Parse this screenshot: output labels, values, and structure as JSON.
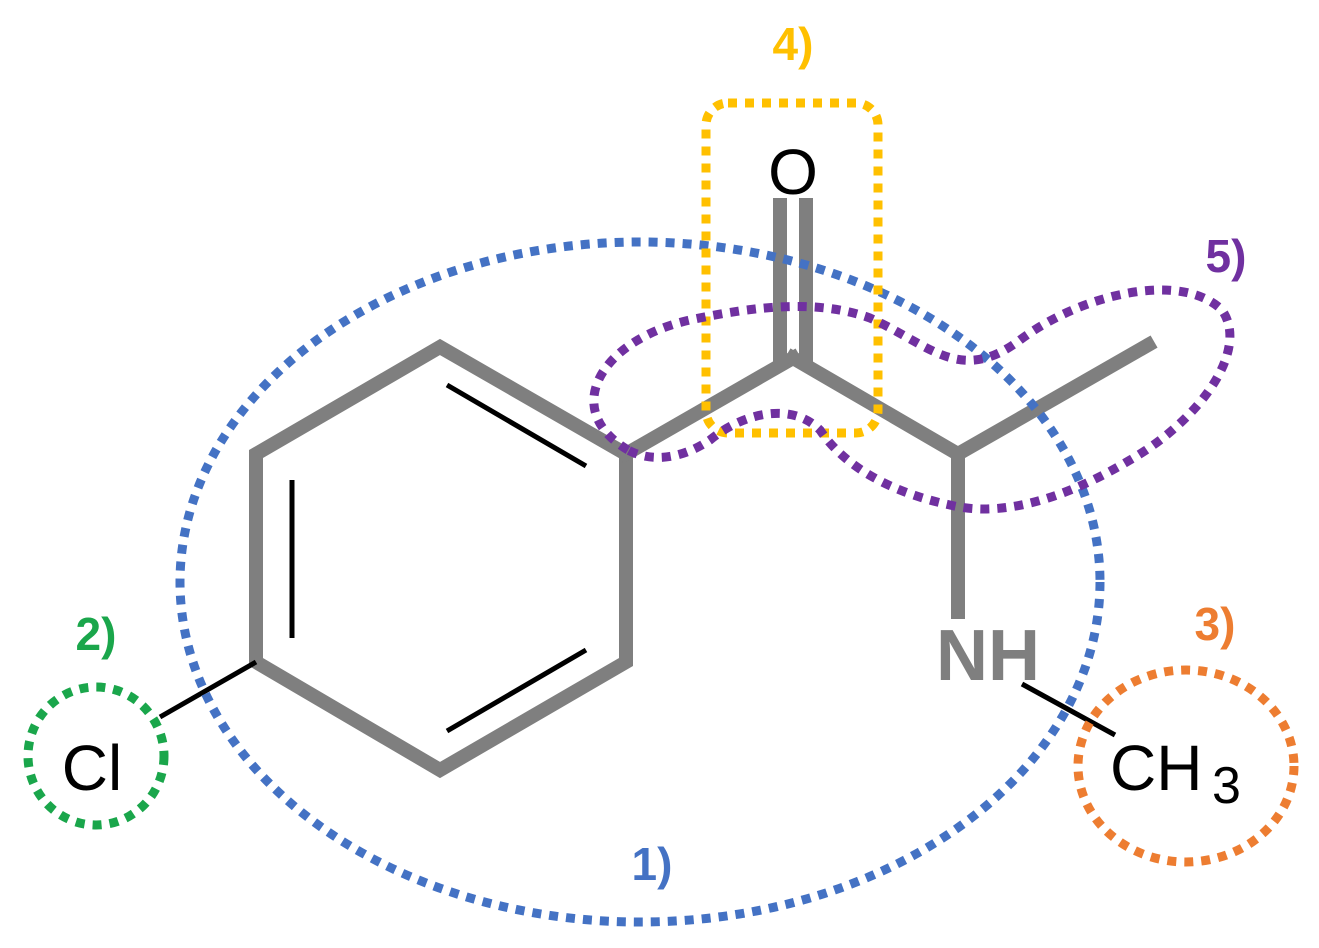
{
  "atoms": {
    "oxygen": "O",
    "chlorine": "Cl",
    "amine": "NH",
    "methyl_c": "CH",
    "methyl_sub": "3"
  },
  "regions": [
    {
      "id": "1",
      "label": "1)",
      "color": "#4472c4"
    },
    {
      "id": "2",
      "label": "2)",
      "color": "#1aa64b"
    },
    {
      "id": "3",
      "label": "3)",
      "color": "#ed7d31"
    },
    {
      "id": "4",
      "label": "4)",
      "color": "#ffc000"
    },
    {
      "id": "5",
      "label": "5)",
      "color": "#7030a0"
    }
  ],
  "colors": {
    "bond": "#7f7f7f",
    "inner_bond": "#000000",
    "background": "#ffffff"
  }
}
